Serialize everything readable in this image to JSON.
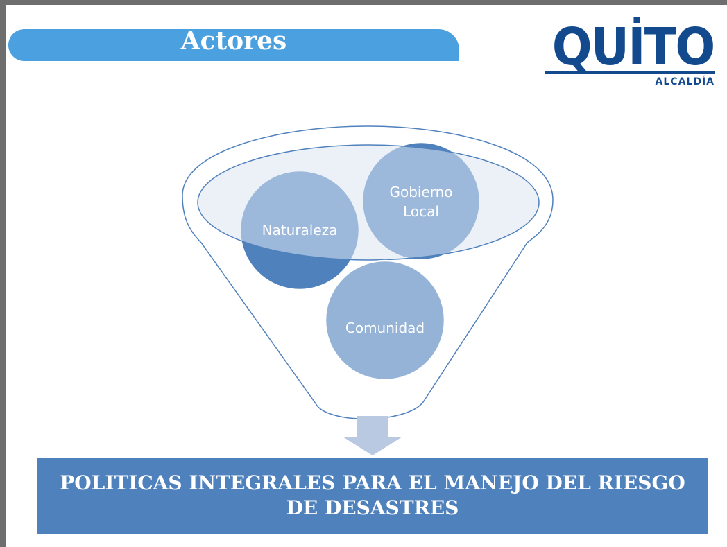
{
  "header": {
    "title": "Actores"
  },
  "logo": {
    "wordmark": "QUİTO",
    "subtitle": "ALCALDÍA",
    "color": "#134a8e"
  },
  "diagram": {
    "type": "funnel",
    "actors": [
      {
        "lines": [
          "Naturaleza"
        ],
        "color": "#4f81bd"
      },
      {
        "lines": [
          "Gobierno",
          "Local"
        ],
        "color": "#4f81bd"
      },
      {
        "lines": [
          "Comunidad"
        ],
        "color": "#95b3d7"
      }
    ],
    "funnel_color": "#dce6f2",
    "outline_color": "#4f81bd",
    "arrow_color": "#b9c9e2"
  },
  "result": {
    "text": "POLITICAS INTEGRALES PARA EL MANEJO DEL RIESGO DE DESASTRES",
    "background": "#4f81bd"
  },
  "theme": {
    "accent": "#4ba0e0",
    "frame": "#6e6e6e"
  }
}
